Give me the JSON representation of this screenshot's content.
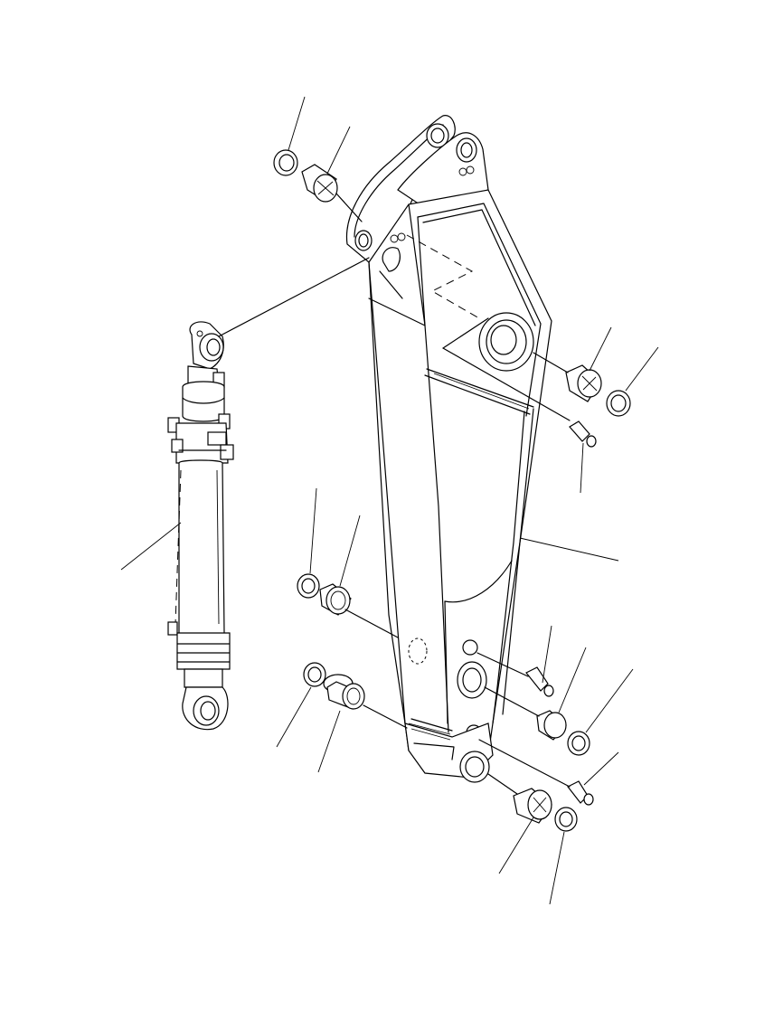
{
  "diagram": {
    "parts": [
      {
        "id": "arm",
        "icon": "arm-structure-icon"
      },
      {
        "id": "arm-cylinder",
        "icon": "hydraulic-cylinder-icon"
      },
      {
        "id": "bushing",
        "icon": "bushing-icon"
      },
      {
        "id": "shim-washer",
        "icon": "washer-icon"
      },
      {
        "id": "grease-fitting",
        "icon": "grease-fitting-icon"
      }
    ],
    "stroke_color": "#000000",
    "background_color": "#ffffff"
  }
}
